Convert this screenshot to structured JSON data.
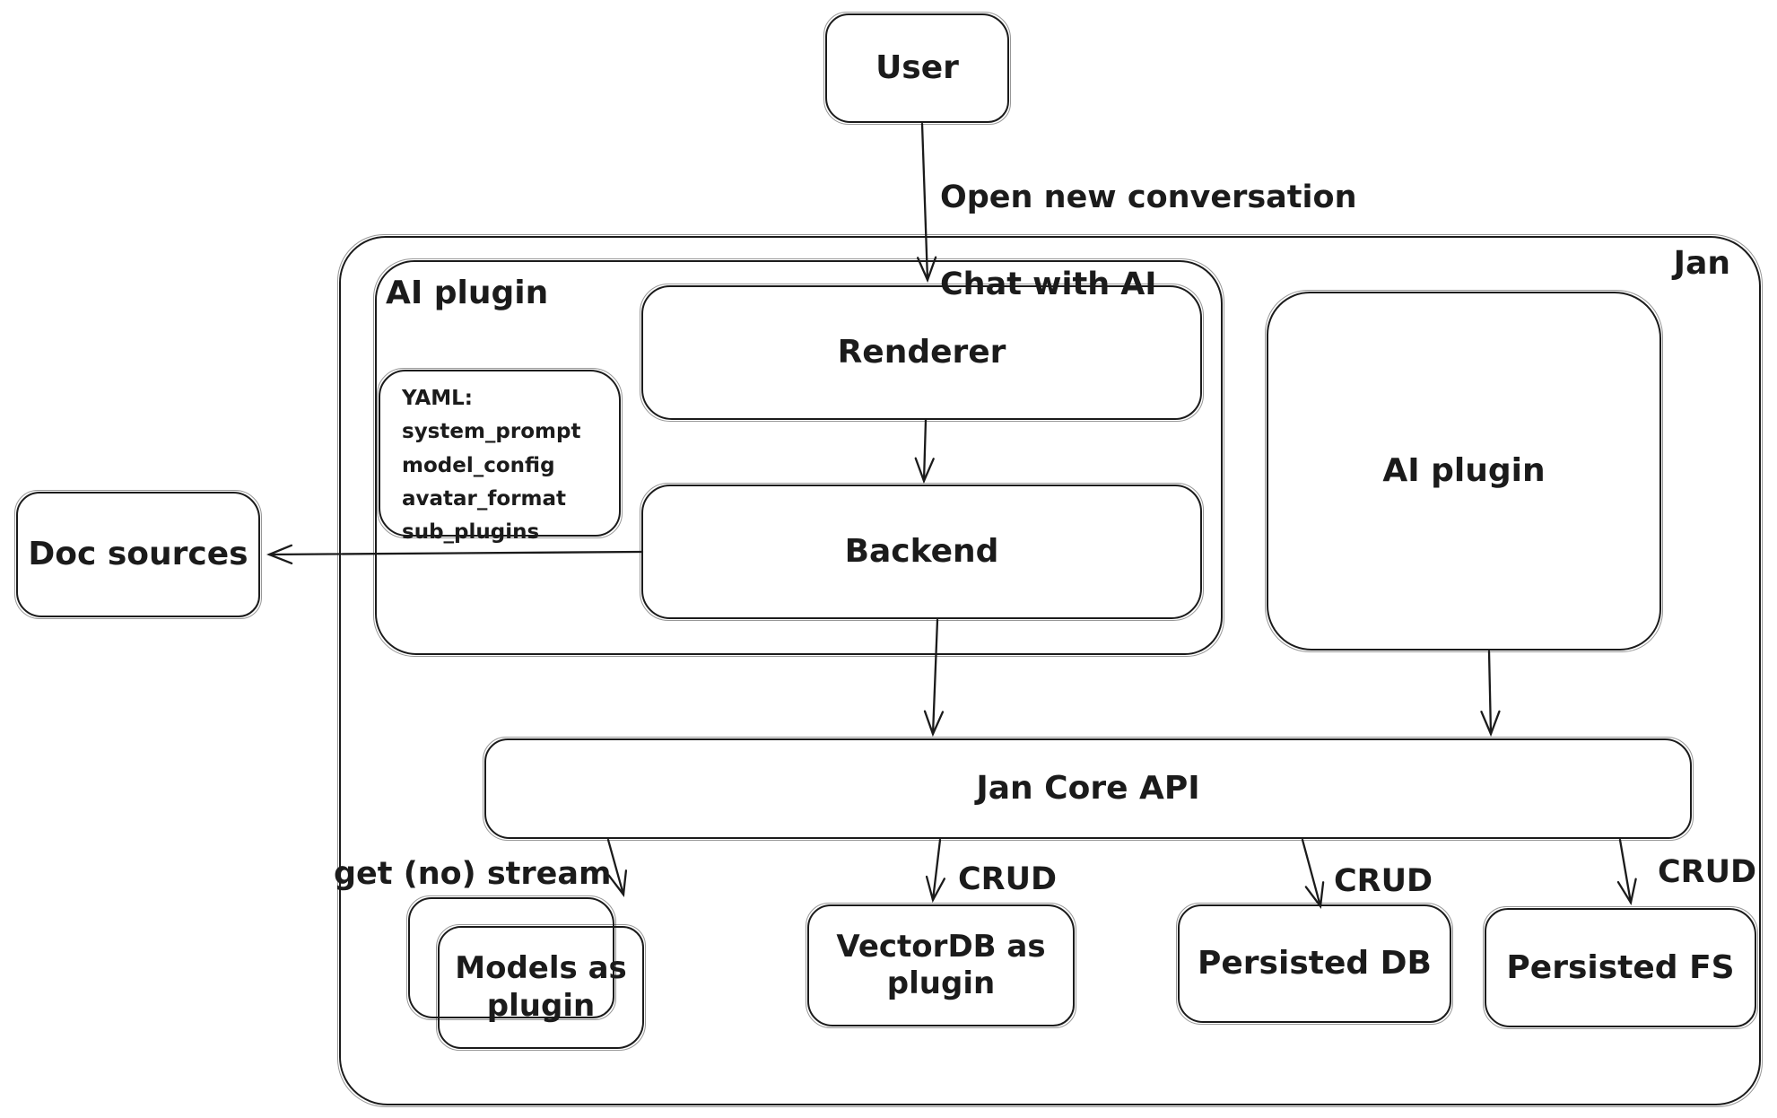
{
  "diagram": {
    "colors": {
      "stroke": "#1b1b1b",
      "background": "#ffffff"
    },
    "nodes": {
      "user": "User",
      "jan": "Jan",
      "ai_plugin_group": "AI plugin",
      "renderer": "Renderer",
      "backend": "Backend",
      "ai_plugin": "AI plugin",
      "doc_sources": "Doc sources",
      "jan_core_api": "Jan Core API",
      "models_as_plugin": "Models as plugin",
      "vectordb_as_plugin": "VectorDB as plugin",
      "persisted_db": "Persisted DB",
      "persisted_fs": "Persisted FS",
      "yaml_note": {
        "lines": [
          "YAML:",
          "system_prompt",
          "model_config",
          "avatar_format",
          "sub_plugins"
        ]
      }
    },
    "edge_labels": {
      "open_conversation": "Open new conversation",
      "chat_with_ai": "Chat with AI",
      "get_no_stream": "get (no) stream",
      "crud_vectordb": "CRUD",
      "crud_persisted_db": "CRUD",
      "crud_persisted_fs": "CRUD"
    }
  }
}
